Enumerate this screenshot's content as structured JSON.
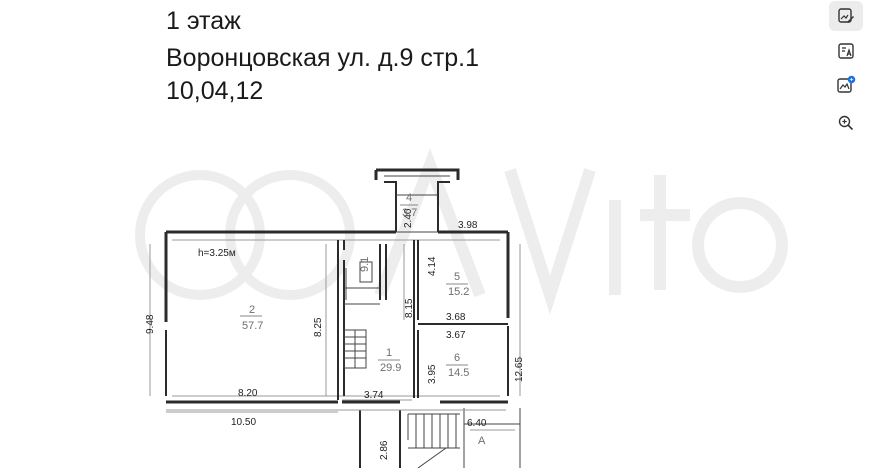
{
  "header": {
    "floor": "1 этаж",
    "address": "Воронцовская ул. д.9 стр.1",
    "date": "10,04,12"
  },
  "plan": {
    "ceiling_height": "h=3.25м",
    "dimensions": {
      "porch_width": "2.40",
      "top_right_width": "3.98",
      "left_height": "9.48",
      "room2_height": "8.25",
      "corridor_height": "8.15",
      "room5_height": "4.14",
      "room5_width": "3.68",
      "room6_width": "3.67",
      "right_height": "12.65",
      "room6_height": "3.95",
      "room2_width": "8.20",
      "corridor_width": "3.74",
      "total_width": "10.50",
      "stair_width": "6.40",
      "stair_height": "2.86"
    },
    "rooms": {
      "r4_label": "4",
      "r4_area": "3.7",
      "r2_label": "2",
      "r2_area": "57.7",
      "r3_area": "9.1",
      "r5_label": "5",
      "r5_area": "15.2",
      "r1_label": "1",
      "r1_area": "29.9",
      "r6_label": "6",
      "r6_area": "14.5",
      "stair_mark": "A"
    }
  },
  "toolbar": {
    "items": [
      {
        "icon": "edit-image-icon",
        "selected": true
      },
      {
        "icon": "translate-text-icon",
        "selected": false
      },
      {
        "icon": "image-badge-icon",
        "selected": false
      },
      {
        "icon": "zoom-in-icon",
        "selected": false
      }
    ],
    "accent": "#1a73e8"
  }
}
